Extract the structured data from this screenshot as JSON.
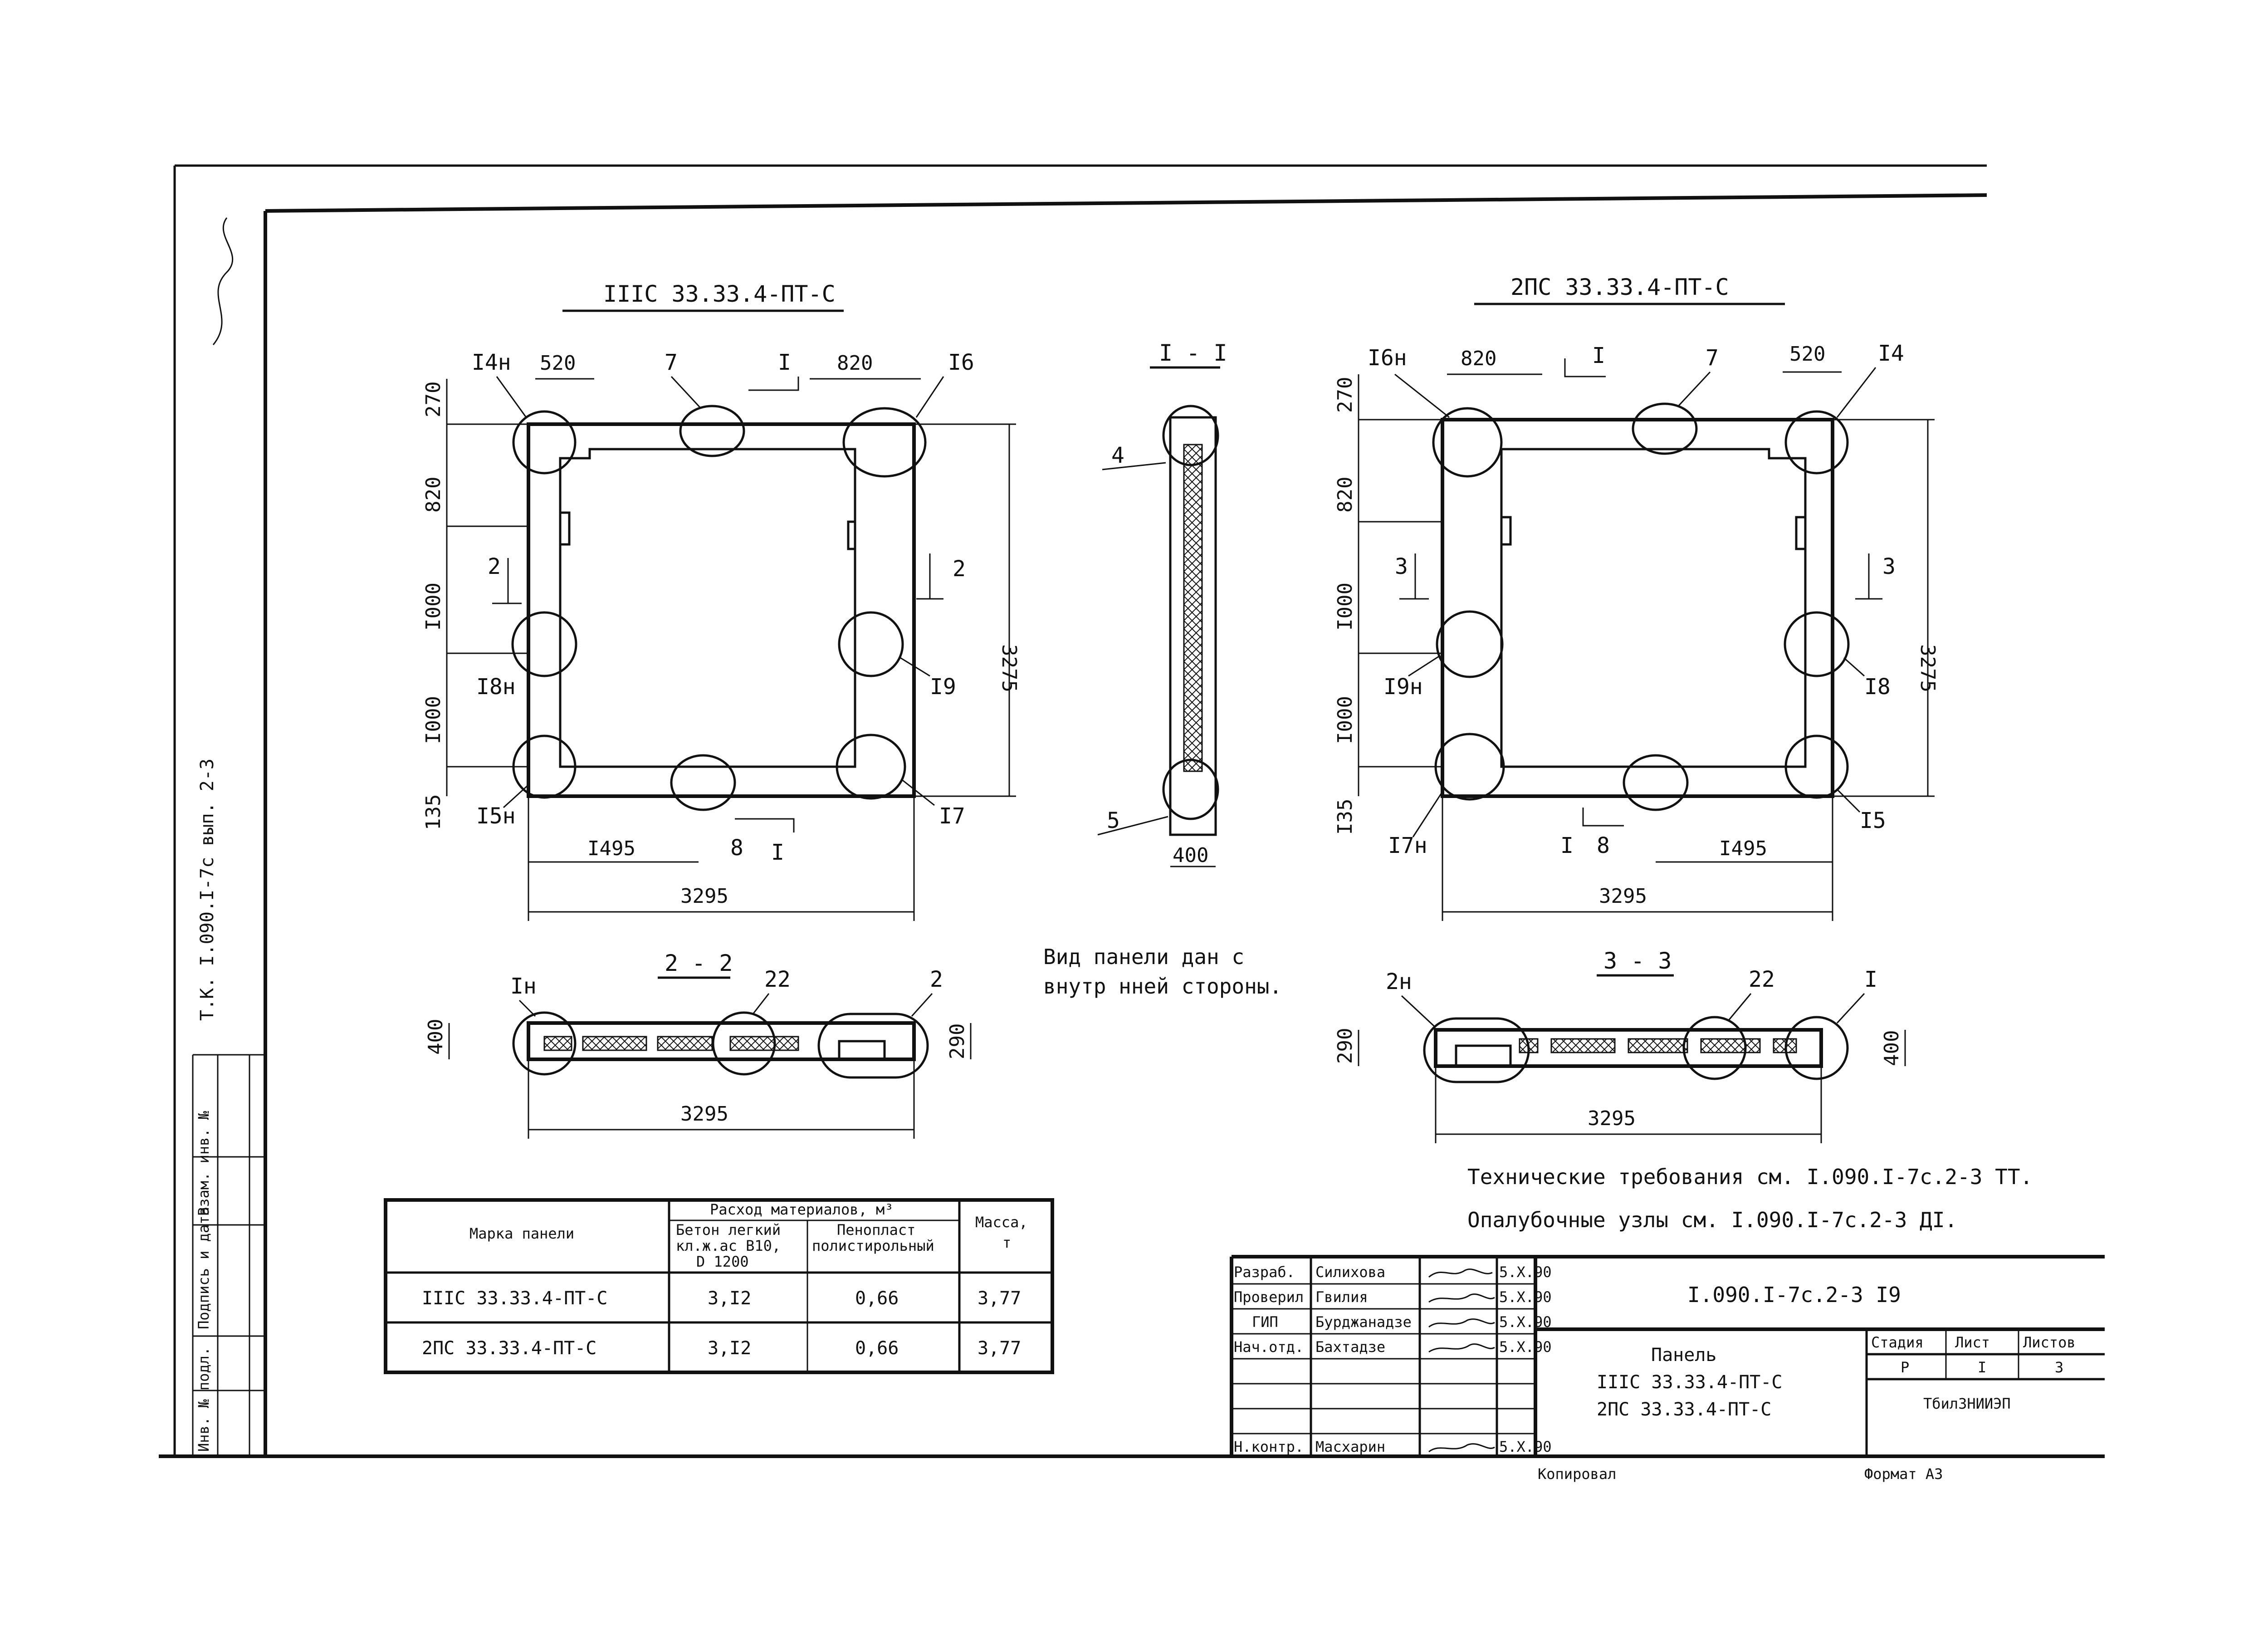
{
  "left_panel": {
    "title": "IIIC 33.33.4-ПТ-С",
    "marks": {
      "top_left": "I4н",
      "top_mid": "7",
      "top_right": "I6",
      "mid_left": "I8н",
      "mid_right": "I9",
      "bot_left": "I5н",
      "bot_mid": "8",
      "bot_right": "I7"
    },
    "dims": {
      "top_left": "520",
      "top_right": "820",
      "v1": "270",
      "v2": "820",
      "v3": "I000",
      "v4": "I000",
      "v5": "135",
      "bottom_partial": "I495",
      "overall_width": "3295",
      "overall_height": "3275"
    },
    "section_marks": {
      "cut_top": "I",
      "cut_bottom": "I",
      "left_arrow": "2",
      "right_arrow": "2"
    }
  },
  "right_panel": {
    "title": "2ПС 33.33.4-ПТ-С",
    "marks": {
      "top_left": "I6н",
      "top_mid": "7",
      "top_right": "I4",
      "mid_left": "I9н",
      "mid_right": "I8",
      "bot_left": "I7н",
      "bot_mid": "8",
      "bot_right": "I5"
    },
    "dims": {
      "top_left": "820",
      "top_right": "520",
      "v1": "270",
      "v2": "820",
      "v3": "I000",
      "v4": "I000",
      "v5": "I35",
      "bottom_partial": "I495",
      "overall_width": "3295",
      "overall_height": "3275"
    },
    "section_marks": {
      "cut_top": "I",
      "cut_bottom": "I",
      "left_arrow": "3",
      "right_arrow": "3"
    }
  },
  "section_1_1": {
    "title": "I - I",
    "mark_top": "4",
    "mark_bottom": "5",
    "dim": "400"
  },
  "section_2_2": {
    "title": "2 - 2",
    "mark_left": "Iн",
    "mark_mid": "22",
    "mark_right": "2",
    "dim_left": "400",
    "dim_right": "290",
    "dim_length": "3295"
  },
  "section_3_3": {
    "title": "3 - 3",
    "mark_left": "2н",
    "mark_mid": "22",
    "mark_right": "I",
    "dim_left": "290",
    "dim_right": "400",
    "dim_length": "3295"
  },
  "notes": {
    "view_note_1": "Вид панели дан с",
    "view_note_2": "внутр нней стороны.",
    "tech_req": "Технические требования см. I.090.I-7с.2-3 ТТ.",
    "formwork": "Опалубочные узлы см. I.090.I-7с.2-3 ДI."
  },
  "materials_table": {
    "header_mark": "Марка панели",
    "header_group": "Расход материалов, м³",
    "header_concrete": "Бетон легкий",
    "header_concrete_2": "кл.ж.ас В10,",
    "header_concrete_3": "D 1200",
    "header_foam": "Пенопласт",
    "header_foam_2": "полистирольный",
    "header_mass": "Масса,",
    "header_mass_unit": "т",
    "rows": [
      {
        "mark": "IIIC 33.33.4-ПТ-С",
        "concrete": "3,I2",
        "foam": "0,66",
        "mass": "3,77"
      },
      {
        "mark": "2ПС 33.33.4-ПТ-С",
        "concrete": "3,I2",
        "foam": "0,66",
        "mass": "3,77"
      }
    ]
  },
  "title_block": {
    "doc_code": "I.090.I-7с.2-3 I9",
    "name_1": "Панель",
    "name_2": "IIIC 33.33.4-ПТ-С",
    "name_3": "2ПС 33.33.4-ПТ-С",
    "h_stage": "Стадия",
    "h_sheet": "Лист",
    "h_sheets": "Листов",
    "v_stage": "Р",
    "v_sheet": "I",
    "v_sheets": "3",
    "org": "ТбилЗНИИЭП",
    "roles": [
      "Разраб.",
      "Проверил",
      "ГИП",
      "Нач.отд.",
      "",
      "",
      "Н.контр."
    ],
    "names": [
      "Силихова",
      "Гвилия",
      "Бурджанадзе",
      "Бахтадзе",
      "",
      "",
      "Масхарин"
    ],
    "dates": [
      "5.Х.90",
      "5.Х.90",
      "5.Х.90",
      "5.Х.90",
      "",
      "",
      "5.Х.90"
    ]
  },
  "footer": {
    "copied": "Копировал",
    "format": "Формат А3"
  },
  "side_stamp": {
    "vertical_note": "Т.К. I.090.I-7с вып. 2-3",
    "cells": [
      "Инв. № подл.",
      "Подпись и дата",
      "Взам. инв. №"
    ]
  }
}
